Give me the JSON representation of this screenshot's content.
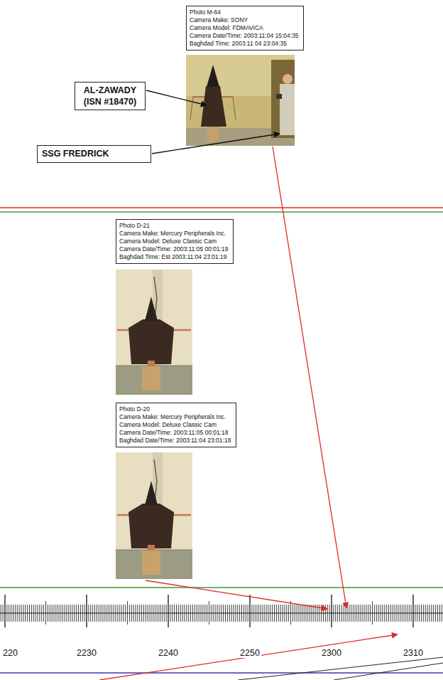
{
  "diagram": {
    "nodes": [
      {
        "text": [
          "Photo M-64",
          "Camera Make: SONY",
          "Camera Model: FDMAVICA",
          "Camera Date/Time: 2003:11:04 15:04:35",
          "Baghdad Time: 2003:11 04 23:04:35"
        ]
      },
      {
        "text": [
          "AL-ZAWADY (ISN #18470)"
        ]
      },
      {
        "text": [
          "SSG FREDRICK"
        ]
      },
      {
        "text": [
          "Photo D-21",
          "Camera Make: Mercury Peripherals Inc.",
          "Camera Model: Deluxe Classic Cam",
          "Camera Date/Time: 2003:11:05 00:01:19",
          "Baghdad Time: Est 2003:11:04 23:01:19"
        ]
      },
      {
        "text": [
          "Photo D-20",
          "Camera Make: Mercury Peripherals Inc.",
          "Camera Model: Deluxe Classic Cam",
          "Camera Date/Time: 2003:11:05 00:01:18",
          "Baghdad Date/Time: 2003:11:04 23:01:18"
        ]
      }
    ],
    "labels": [
      "220",
      "2230",
      "2240",
      "2250",
      "2300",
      "2310"
    ]
  }
}
